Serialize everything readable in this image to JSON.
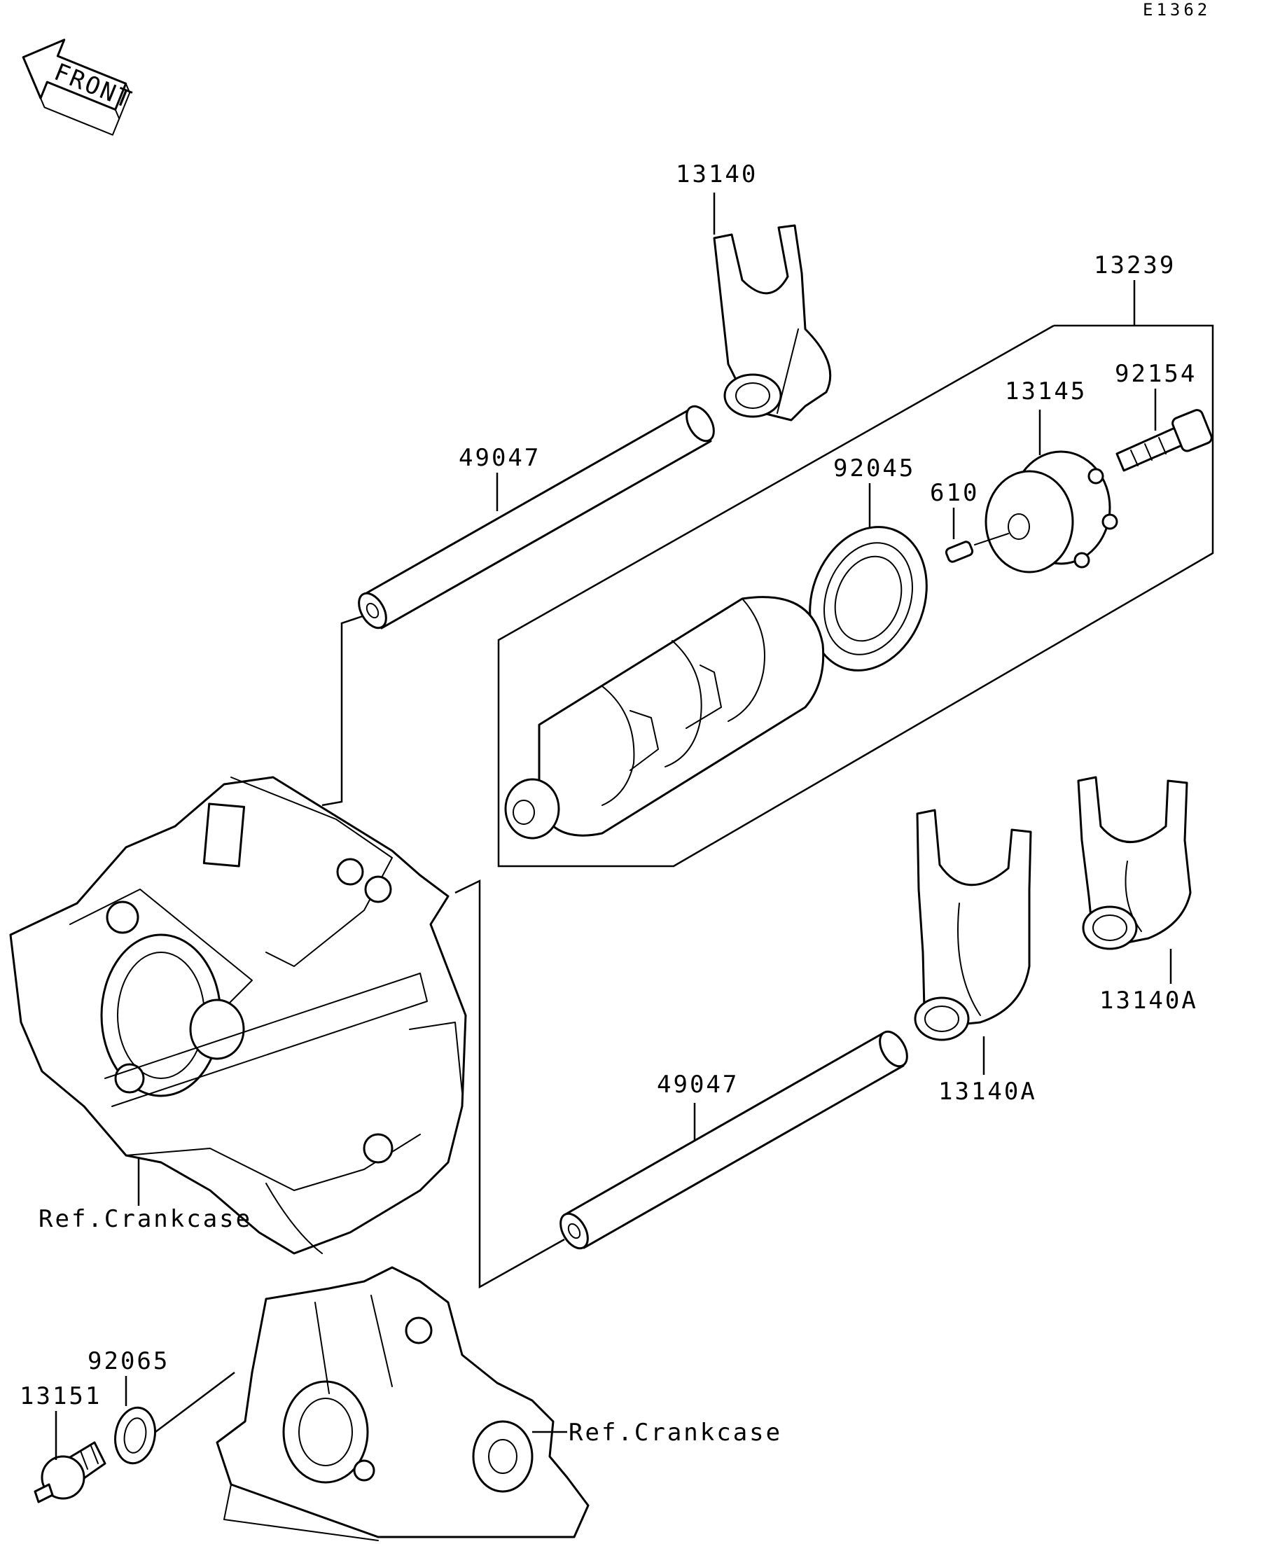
{
  "diagram_code": "E1362",
  "front_label": "FRONT",
  "parts": {
    "p13140_top": "13140",
    "p13239": "13239",
    "p92154": "92154",
    "p13145": "13145",
    "p49047_top": "49047",
    "p92045": "92045",
    "p610": "610",
    "p13140A_right": "13140A",
    "p13140A_mid": "13140A",
    "p49047_bottom": "49047",
    "ref_crankcase_left": "Ref.Crankcase",
    "p92065": "92065",
    "p13151": "13151",
    "ref_crankcase_right": "Ref.Crankcase"
  }
}
